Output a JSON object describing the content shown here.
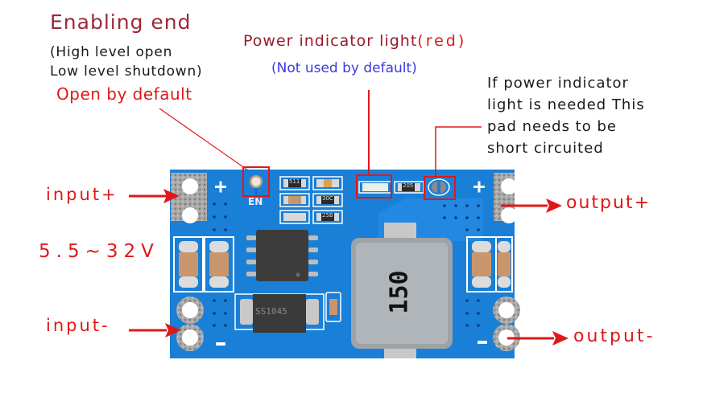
{
  "title": "Mini DC-DC Buck Converter Module Pinout",
  "annotations": {
    "enable": {
      "heading": "Enabling end",
      "line1": "(High level open",
      "line2": "Low level shutdown)",
      "default_note": "Open by default"
    },
    "power_led": {
      "heading_main": "Power indicator light",
      "heading_color": "(red)",
      "note": "(Not used by default)"
    },
    "pad_note": {
      "line1": "If power indicator",
      "line2": "light is needed This",
      "line3": "pad needs to be",
      "line4": "short circuited"
    },
    "input_plus": "input+",
    "input_minus": "input-",
    "input_range": "5.5~32V",
    "output_plus": "output+",
    "output_minus": "output-"
  },
  "board": {
    "silkscreen_en": "EN",
    "plus_symbol": "+",
    "minus_symbol": "−",
    "inductor_marking": "150",
    "diode_marking": "SS1045",
    "resistor_markings": [
      "511",
      "30C",
      "25B",
      "205"
    ]
  },
  "colors": {
    "pcb_blue": "#1a7fd6",
    "annotation_red": "#e01818",
    "heading_maroon": "#9a2a3a",
    "note_blue": "#3a3ae0"
  }
}
